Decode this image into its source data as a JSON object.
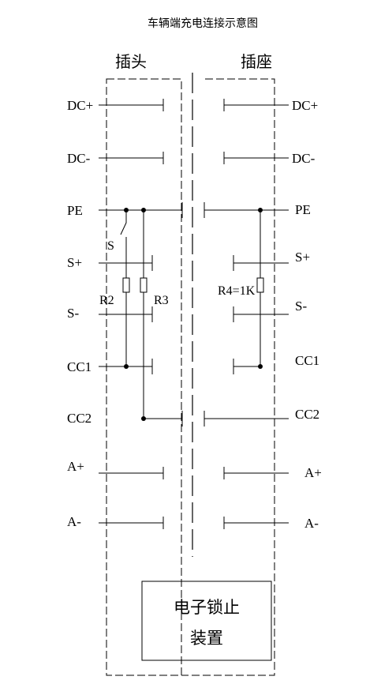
{
  "title": "车辆端充电连接示意图",
  "headers": {
    "plug": "插头",
    "socket": "插座"
  },
  "pins": {
    "dc_plus": "DC+",
    "dc_minus": "DC-",
    "pe": "PE",
    "s_plus": "S+",
    "s_minus": "S-",
    "cc1": "CC1",
    "cc2": "CC2",
    "a_plus": "A+",
    "a_minus": "A-"
  },
  "components": {
    "switch_s": "S",
    "r2": "R2",
    "r3": "R3",
    "r4": "R4=1K"
  },
  "lock_device": {
    "line1": "电子锁止",
    "line2": "装置"
  }
}
